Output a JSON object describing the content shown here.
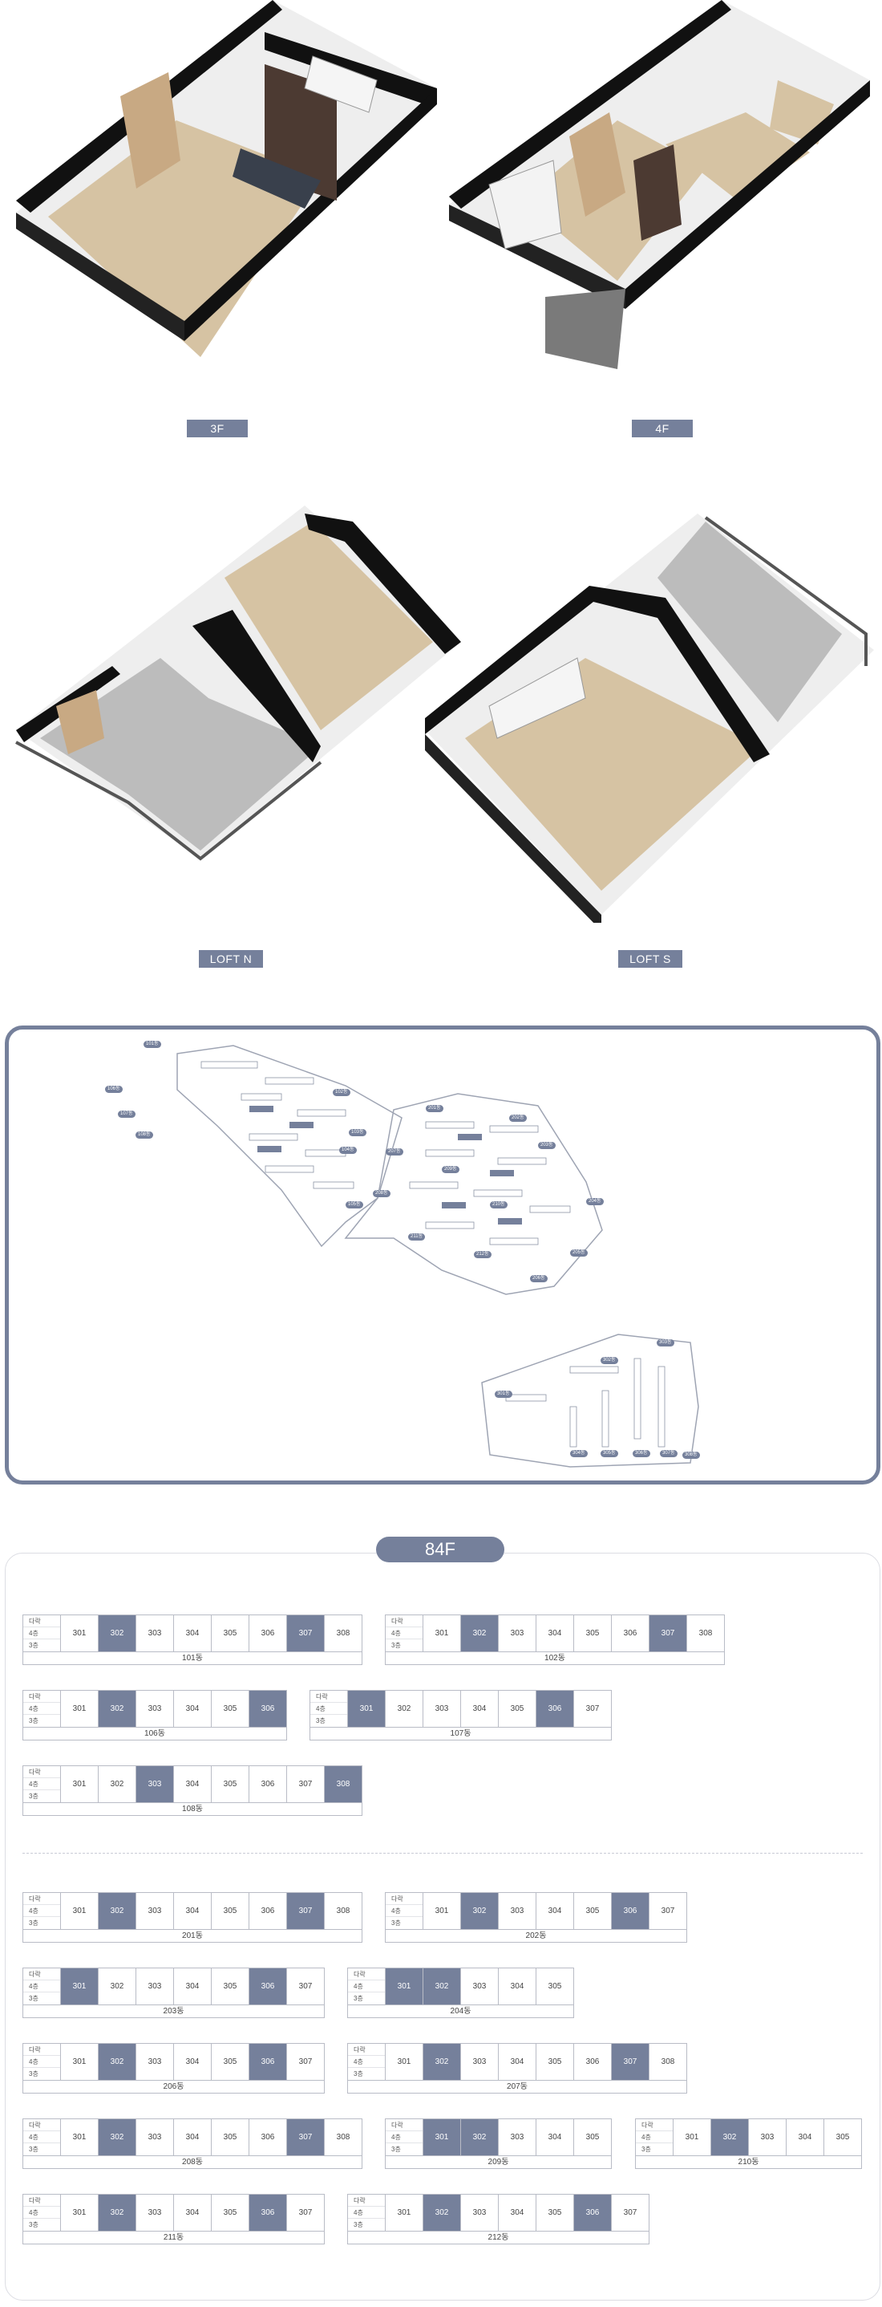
{
  "floor_plans": [
    {
      "label": "3F"
    },
    {
      "label": "4F"
    },
    {
      "label": "LOFT N"
    },
    {
      "label": "LOFT S"
    }
  ],
  "site_map": {
    "labels": [
      "101동",
      "102동",
      "103동",
      "104동",
      "105동",
      "106동",
      "107동",
      "108동",
      "201동",
      "202동",
      "203동",
      "204동",
      "205동",
      "206동",
      "207동",
      "208동",
      "209동",
      "210동",
      "211동",
      "212동",
      "301동",
      "302동",
      "303동",
      "304동",
      "305동",
      "306동",
      "307동",
      "308동"
    ]
  },
  "unit_type": {
    "title": "84F",
    "legend": [
      "다락",
      "4층",
      "3층"
    ],
    "buildings": [
      {
        "name": "101동",
        "units": [
          "301",
          "302",
          "303",
          "304",
          "305",
          "306",
          "307",
          "308"
        ],
        "highlight": [
          "302",
          "307"
        ]
      },
      {
        "name": "102동",
        "units": [
          "301",
          "302",
          "303",
          "304",
          "305",
          "306",
          "307",
          "308"
        ],
        "highlight": [
          "302",
          "307"
        ]
      },
      {
        "name": "106동",
        "units": [
          "301",
          "302",
          "303",
          "304",
          "305",
          "306"
        ],
        "highlight": [
          "302",
          "306"
        ]
      },
      {
        "name": "107동",
        "units": [
          "301",
          "302",
          "303",
          "304",
          "305",
          "306",
          "307"
        ],
        "highlight": [
          "301",
          "306"
        ]
      },
      {
        "name": "108동",
        "units": [
          "301",
          "302",
          "303",
          "304",
          "305",
          "306",
          "307",
          "308"
        ],
        "highlight": [
          "303",
          "308"
        ]
      },
      {
        "name": "201동",
        "units": [
          "301",
          "302",
          "303",
          "304",
          "305",
          "306",
          "307",
          "308"
        ],
        "highlight": [
          "302",
          "307"
        ]
      },
      {
        "name": "202동",
        "units": [
          "301",
          "302",
          "303",
          "304",
          "305",
          "306",
          "307"
        ],
        "highlight": [
          "302",
          "306"
        ]
      },
      {
        "name": "203동",
        "units": [
          "301",
          "302",
          "303",
          "304",
          "305",
          "306",
          "307"
        ],
        "highlight": [
          "301",
          "306"
        ]
      },
      {
        "name": "204동",
        "units": [
          "301",
          "302",
          "303",
          "304",
          "305"
        ],
        "highlight": [
          "301",
          "302"
        ]
      },
      {
        "name": "206동",
        "units": [
          "301",
          "302",
          "303",
          "304",
          "305",
          "306",
          "307"
        ],
        "highlight": [
          "302",
          "306"
        ]
      },
      {
        "name": "207동",
        "units": [
          "301",
          "302",
          "303",
          "304",
          "305",
          "306",
          "307",
          "308"
        ],
        "highlight": [
          "302",
          "307"
        ]
      },
      {
        "name": "208동",
        "units": [
          "301",
          "302",
          "303",
          "304",
          "305",
          "306",
          "307",
          "308"
        ],
        "highlight": [
          "302",
          "307"
        ]
      },
      {
        "name": "209동",
        "units": [
          "301",
          "302",
          "303",
          "304",
          "305"
        ],
        "highlight": [
          "301",
          "302"
        ]
      },
      {
        "name": "210동",
        "units": [
          "301",
          "302",
          "303",
          "304",
          "305"
        ],
        "highlight": [
          "302"
        ]
      },
      {
        "name": "211동",
        "units": [
          "301",
          "302",
          "303",
          "304",
          "305",
          "306",
          "307"
        ],
        "highlight": [
          "302",
          "306"
        ]
      },
      {
        "name": "212동",
        "units": [
          "301",
          "302",
          "303",
          "304",
          "305",
          "306",
          "307"
        ],
        "highlight": [
          "302",
          "306"
        ]
      }
    ]
  },
  "colors": {
    "accent": "#75809b",
    "floor_wood": "#d6c3a3",
    "floor_concrete": "#b9b9b9",
    "wall": "#111111"
  }
}
